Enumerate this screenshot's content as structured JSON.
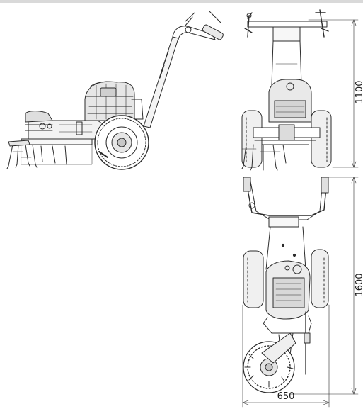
{
  "drawing": {
    "views": [
      "side-view",
      "front-view",
      "top-view"
    ],
    "dimensions": {
      "height": "1100",
      "length": "1600",
      "width": "650"
    }
  }
}
